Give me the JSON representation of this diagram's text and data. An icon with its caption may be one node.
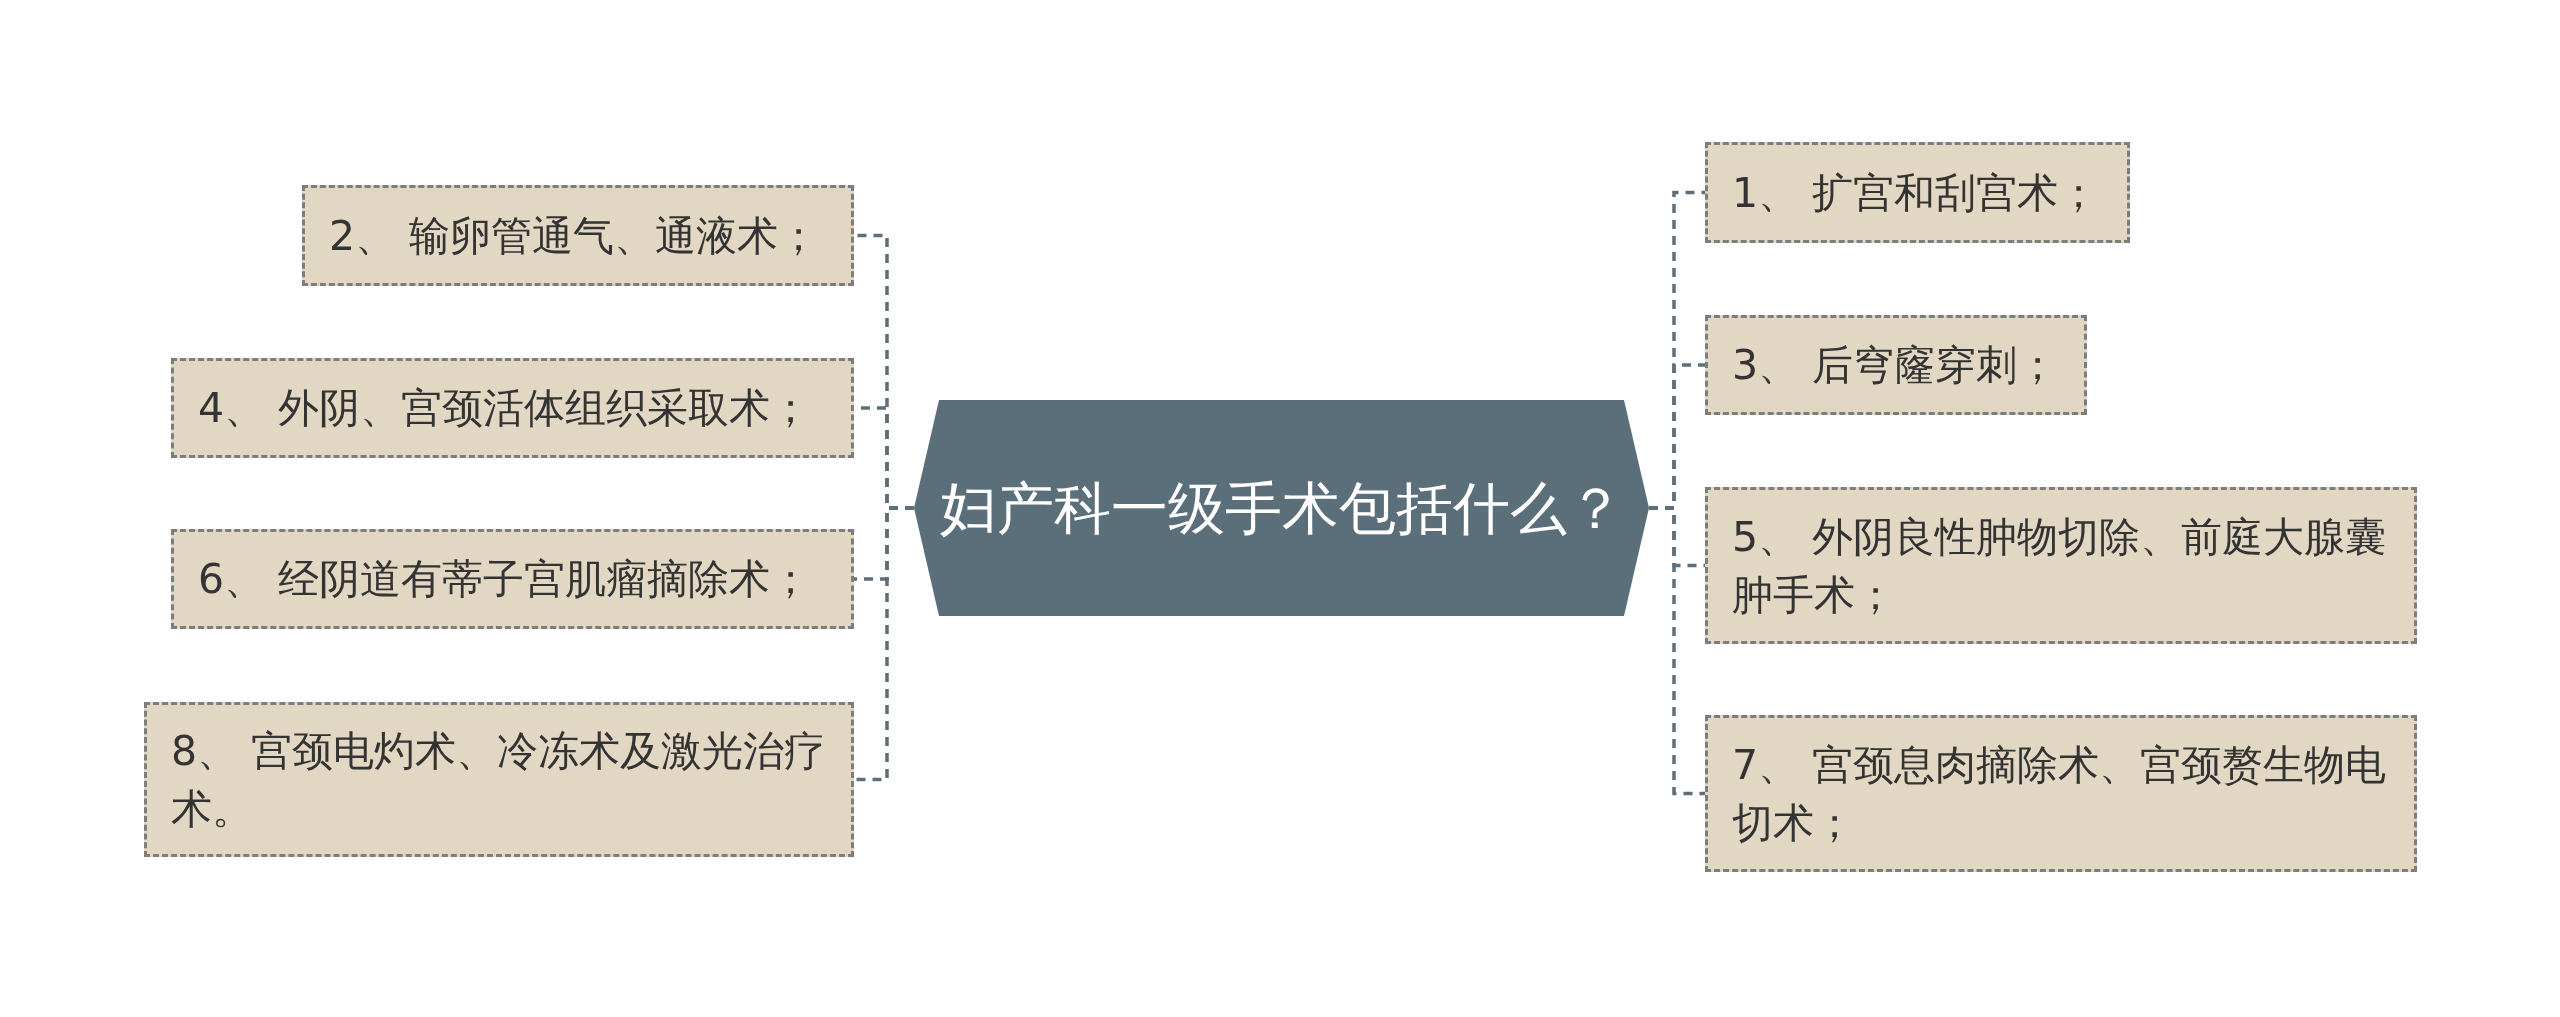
{
  "diagram": {
    "nodes": [
      {
        "text": [
          "妇产科一级手术包括什么？"
        ]
      },
      {
        "text": [
          "1、 扩宫和刮宫术；"
        ]
      },
      {
        "text": [
          "2、 输卵管通气、通液术；"
        ]
      },
      {
        "text": [
          "3、 后穹窿穿刺；"
        ]
      },
      {
        "text": [
          "4、 外阴、宫颈活体组织采取术；"
        ]
      },
      {
        "text": [
          "5、 外阴良性肿物切除、前庭大腺囊肿手术；"
        ]
      },
      {
        "text": [
          "6、 经阴道有蒂子宫肌瘤摘除术；"
        ]
      },
      {
        "text": [
          "7、 宫颈息肉摘除术、宫颈赘生物电切术；"
        ]
      },
      {
        "text": [
          "8、 宫颈电灼术、冷冻术及激光治疗术。"
        ]
      }
    ],
    "edges": [
      {
        "from": 0,
        "to": 1,
        "arrow": "none",
        "style": "dashed"
      },
      {
        "from": 0,
        "to": 2,
        "arrow": "none",
        "style": "dashed"
      },
      {
        "from": 0,
        "to": 3,
        "arrow": "none",
        "style": "dashed"
      },
      {
        "from": 0,
        "to": 4,
        "arrow": "none",
        "style": "dashed"
      },
      {
        "from": 0,
        "to": 5,
        "arrow": "none",
        "style": "dashed"
      },
      {
        "from": 0,
        "to": 6,
        "arrow": "none",
        "style": "dashed"
      },
      {
        "from": 0,
        "to": 7,
        "arrow": "none",
        "style": "dashed"
      },
      {
        "from": 0,
        "to": 8,
        "arrow": "none",
        "style": "dashed"
      }
    ]
  }
}
